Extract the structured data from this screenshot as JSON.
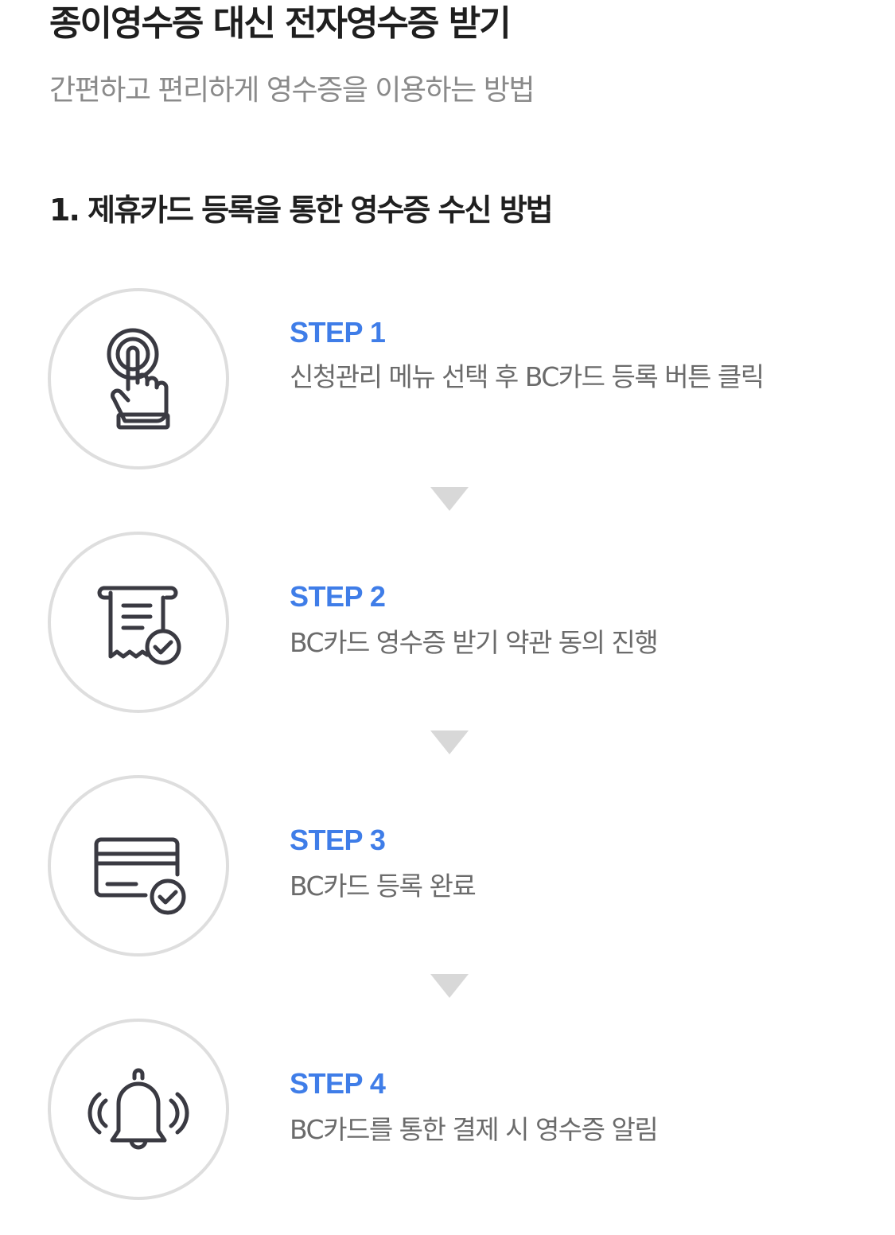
{
  "header": {
    "title": "종이영수증 대신 전자영수증 받기",
    "subtitle": "간편하고 편리하게 영수증을 이용하는 방법"
  },
  "section": {
    "title": "1. 제휴카드 등록을 통한 영수증 수신 방법"
  },
  "steps": [
    {
      "label": "STEP 1",
      "description": "신청관리 메뉴 선택 후 BC카드 등록 버튼 클릭",
      "icon": "touch-hand-icon"
    },
    {
      "label": "STEP 2",
      "description": "BC카드 영수증 받기 약관 동의 진행",
      "icon": "receipt-check-icon"
    },
    {
      "label": "STEP 3",
      "description": "BC카드 등록 완료",
      "icon": "card-check-icon"
    },
    {
      "label": "STEP 4",
      "description": "BC카드를 통한 결제 시 영수증 알림",
      "icon": "bell-ring-icon"
    }
  ],
  "colors": {
    "accent": "#3f7de8",
    "title": "#1f1f1f",
    "subtitle": "#8a8a8a",
    "description": "#6b6b6b",
    "circle_border": "#dedede",
    "arrow": "#d8d8d8",
    "icon": "#3a3a42"
  }
}
